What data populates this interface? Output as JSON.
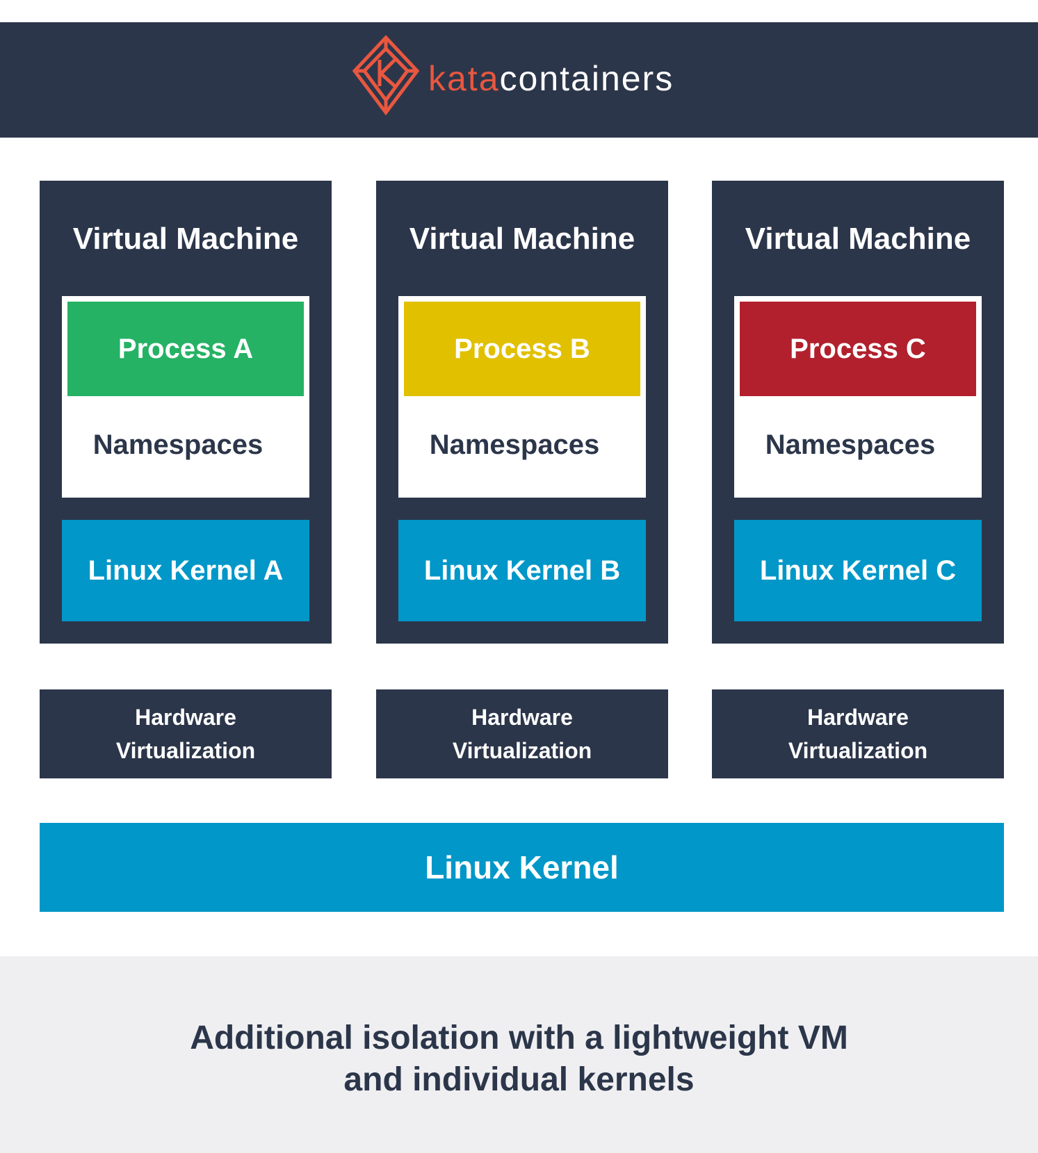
{
  "header": {
    "logo_icon": "kata-diamond-logo-icon",
    "brand_part1": "kata",
    "brand_part2": "containers",
    "brand_color": "#e9573f"
  },
  "vms": [
    {
      "title": "Virtual Machine",
      "process": "Process A",
      "process_color": "#25b264",
      "namespaces": "Namespaces",
      "kernel": "Linux Kernel A"
    },
    {
      "title": "Virtual Machine",
      "process": "Process B",
      "process_color": "#e1c000",
      "namespaces": "Namespaces",
      "kernel": "Linux Kernel B"
    },
    {
      "title": "Virtual Machine",
      "process": "Process C",
      "process_color": "#b2202e",
      "namespaces": "Namespaces",
      "kernel": "Linux Kernel C"
    }
  ],
  "hardware": [
    {
      "line1": "Hardware",
      "line2": "Virtualization"
    },
    {
      "line1": "Hardware",
      "line2": "Virtualization"
    },
    {
      "line1": "Hardware",
      "line2": "Virtualization"
    }
  ],
  "host_kernel": "Linux Kernel",
  "caption": {
    "line1": "Additional isolation with a lightweight VM",
    "line2": "and individual kernels"
  },
  "colors": {
    "navy": "#2c364a",
    "kernel_blue": "#0197c8",
    "caption_bg": "#efeff1"
  }
}
